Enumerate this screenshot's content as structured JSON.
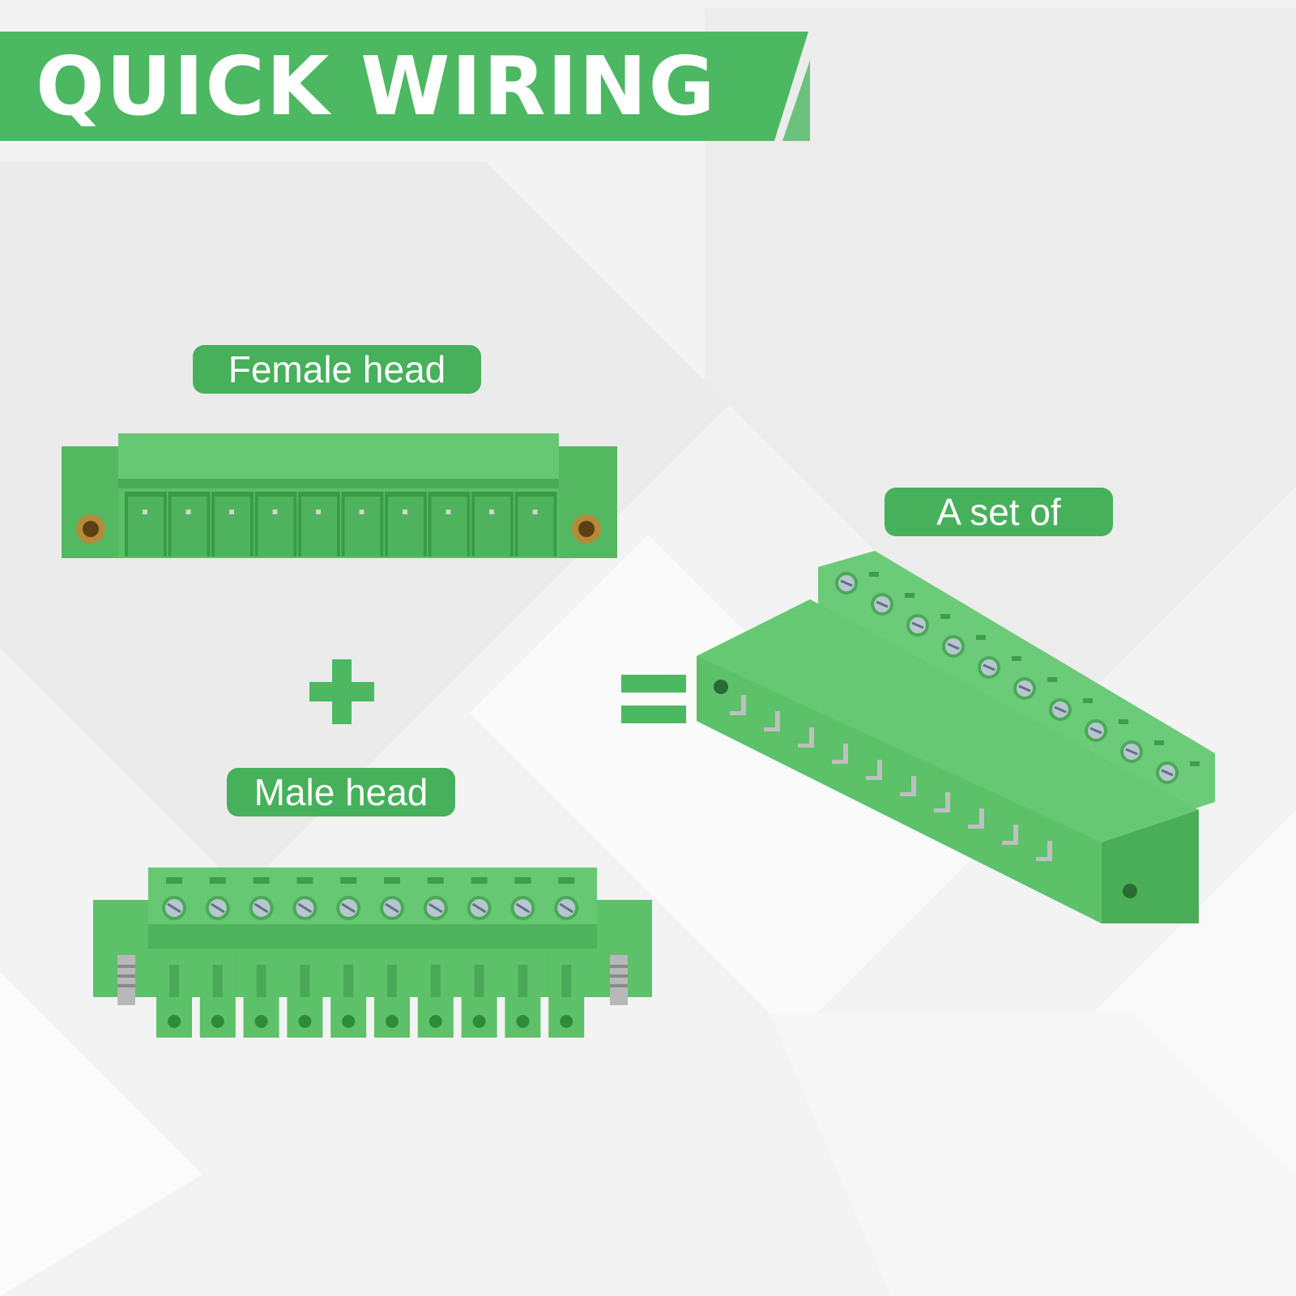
{
  "banner": {
    "title": "QUICK WIRING"
  },
  "labels": {
    "female": "Female head",
    "male": "Male head",
    "set": "A set of"
  },
  "operators": {
    "plus": "plus-sign-icon",
    "equals": "equals-sign-icon"
  },
  "pin_count": 10,
  "colors": {
    "accent": "#4cb861",
    "accent_light": "#7cc98a",
    "connector": "#5fc36c",
    "connector_dark": "#3f9f4d",
    "background": "#f4f4f4"
  }
}
